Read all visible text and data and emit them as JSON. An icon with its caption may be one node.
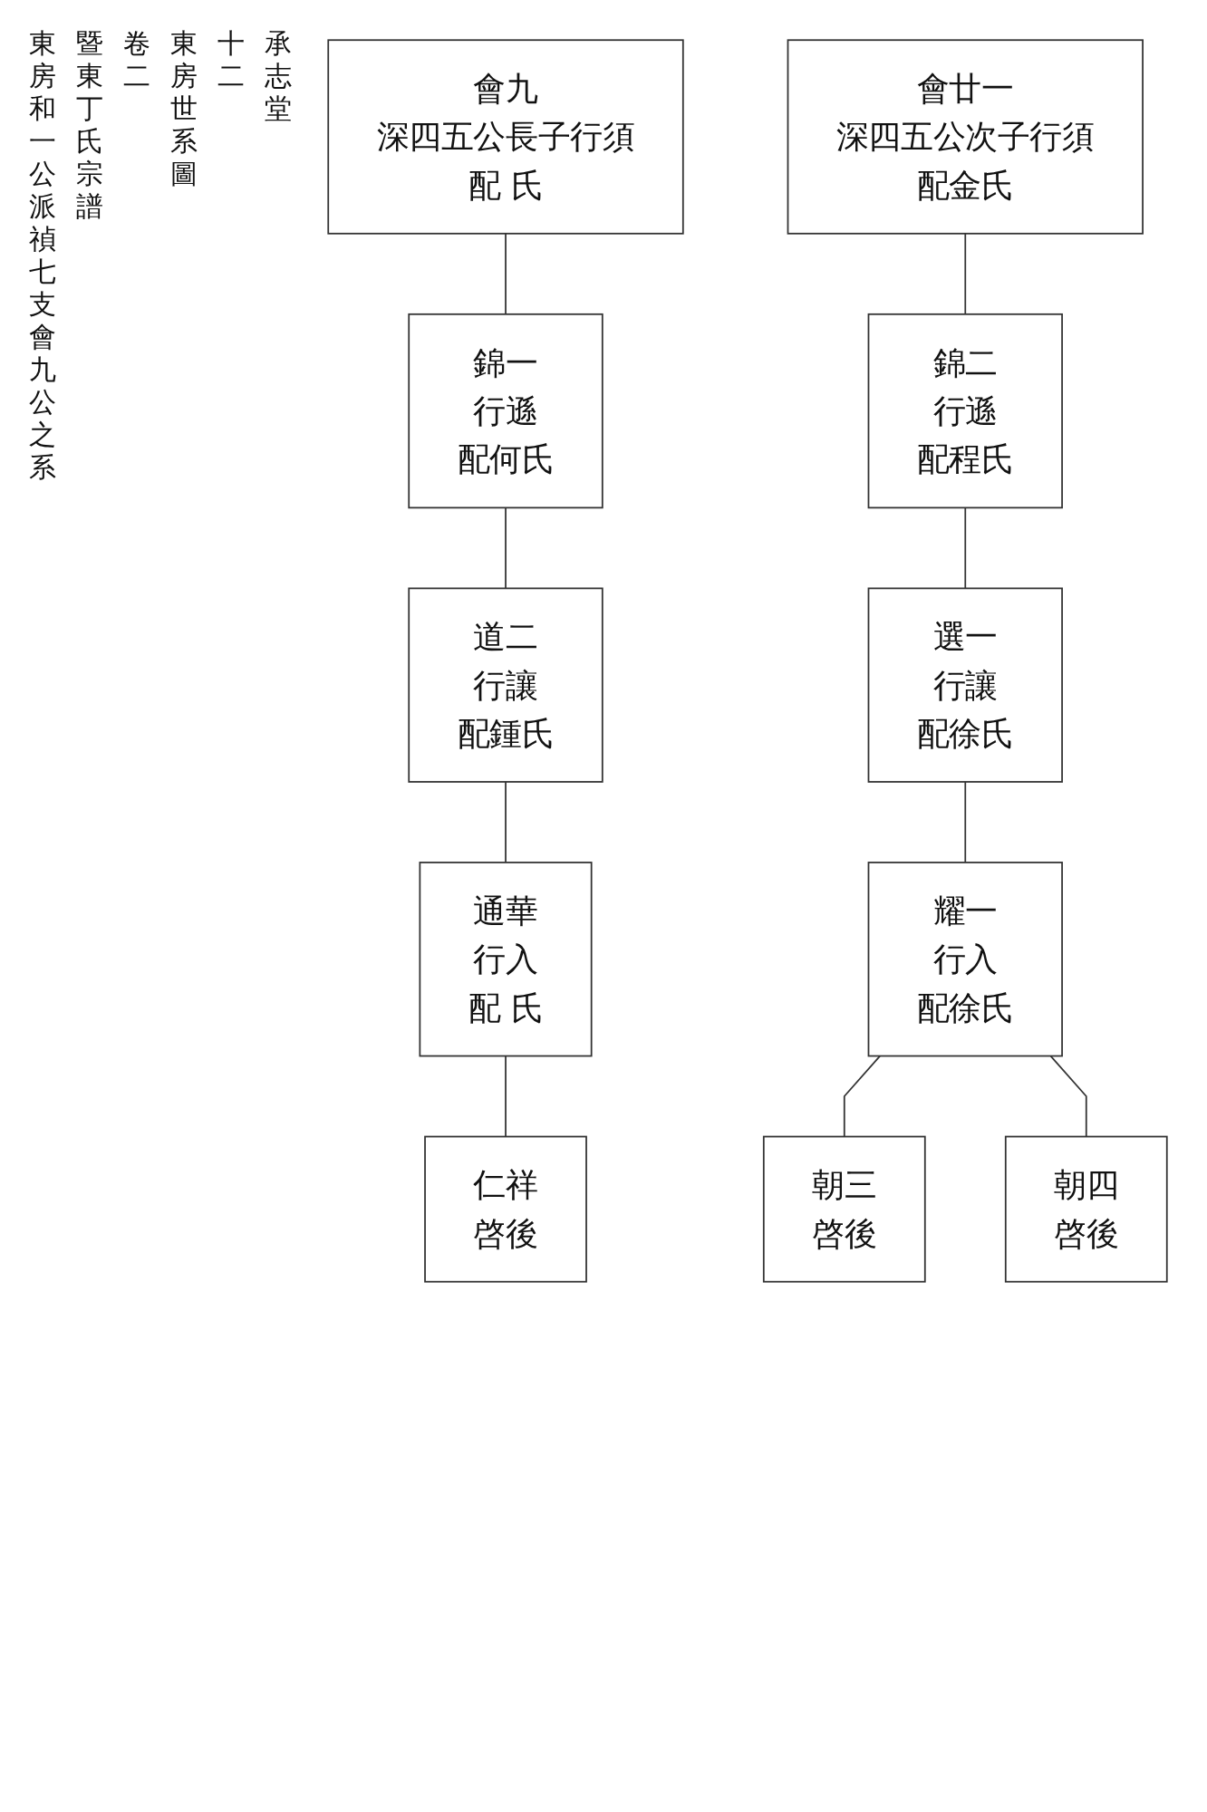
{
  "diagram": {
    "nodes": [
      {
        "text": [
          "會九",
          "深四五公長子行須",
          "配 氏"
        ]
      },
      {
        "text": [
          "錦一",
          "行遜",
          "配何氏"
        ]
      },
      {
        "text": [
          "道二",
          "行讓",
          "配鍾氏"
        ]
      },
      {
        "text": [
          "通華",
          "行入",
          "配 氏"
        ]
      },
      {
        "text": [
          "仁祥",
          "啓後"
        ]
      },
      {
        "text": [
          "會廿一",
          "深四五公次子行須",
          "配金氏"
        ]
      },
      {
        "text": [
          "錦二",
          "行遜",
          "配程氏"
        ]
      },
      {
        "text": [
          "選一",
          "行讓",
          "配徐氏"
        ]
      },
      {
        "text": [
          "耀一",
          "行入",
          "配徐氏"
        ]
      },
      {
        "text": [
          "朝三",
          "啓後"
        ]
      },
      {
        "text": [
          "朝四",
          "啓後"
        ]
      }
    ],
    "edges": [
      {
        "from": 0,
        "to": 1,
        "arrow": "none"
      },
      {
        "from": 1,
        "to": 2,
        "arrow": "none"
      },
      {
        "from": 2,
        "to": 3,
        "arrow": "none"
      },
      {
        "from": 3,
        "to": 4,
        "arrow": "none"
      },
      {
        "from": 5,
        "to": 6,
        "arrow": "none"
      },
      {
        "from": 6,
        "to": 7,
        "arrow": "none"
      },
      {
        "from": 7,
        "to": 8,
        "arrow": "none"
      },
      {
        "from": 8,
        "to": 9,
        "arrow": "none"
      },
      {
        "from": 8,
        "to": 10,
        "arrow": "none"
      }
    ],
    "labels": [
      "東房和一公派禎七支會九公之系",
      "暨東丁氏宗譜",
      "卷二",
      "東房世系圖",
      "十二",
      "承志堂"
    ]
  }
}
